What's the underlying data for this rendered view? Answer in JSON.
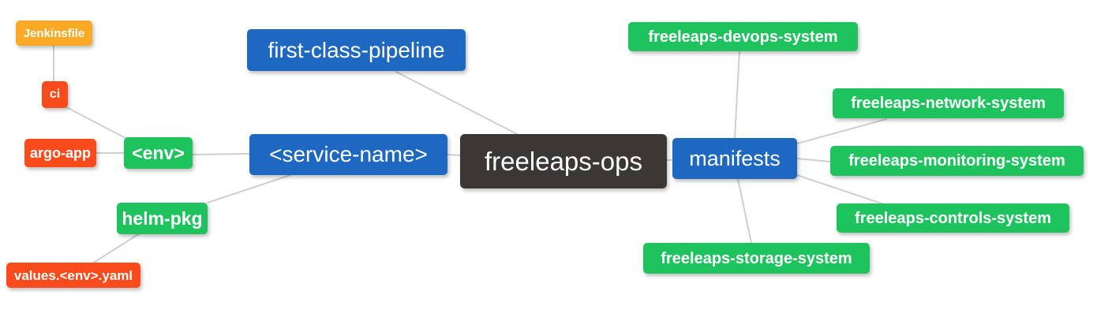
{
  "colors": {
    "orange": "#fbaa28",
    "red_orange": "#fa4b1c",
    "green": "#1fc35e",
    "blue": "#1f68c1",
    "dark": "#3b3735",
    "edge_line": "#cfcfcf",
    "background": "#ffffff",
    "node_text": "#ffffff"
  },
  "nodes": [
    {
      "id": "jenkinsfile",
      "label": "Jenkinsfile",
      "color": "orange"
    },
    {
      "id": "ci",
      "label": "ci",
      "color": "red_orange"
    },
    {
      "id": "argo-app",
      "label": "argo-app",
      "color": "red_orange"
    },
    {
      "id": "env",
      "label": "<env>",
      "color": "green"
    },
    {
      "id": "helm-pkg",
      "label": "helm-pkg",
      "color": "green"
    },
    {
      "id": "values-env-yaml",
      "label": "values.<env>.yaml",
      "color": "red_orange"
    },
    {
      "id": "first-class-pipeline",
      "label": "first-class-pipeline",
      "color": "blue"
    },
    {
      "id": "service-name",
      "label": "<service-name>",
      "color": "blue"
    },
    {
      "id": "freeleaps-ops",
      "label": "freeleaps-ops",
      "color": "dark"
    },
    {
      "id": "manifests",
      "label": "manifests",
      "color": "blue"
    },
    {
      "id": "freeleaps-devops-system",
      "label": "freeleaps-devops-system",
      "color": "green"
    },
    {
      "id": "freeleaps-network-system",
      "label": "freeleaps-network-system",
      "color": "green"
    },
    {
      "id": "freeleaps-monitoring-system",
      "label": "freeleaps-monitoring-system",
      "color": "green"
    },
    {
      "id": "freeleaps-controls-system",
      "label": "freeleaps-controls-system",
      "color": "green"
    },
    {
      "id": "freeleaps-storage-system",
      "label": "freeleaps-storage-system",
      "color": "green"
    }
  ],
  "edges": [
    {
      "from": "jenkinsfile",
      "to": "ci"
    },
    {
      "from": "ci",
      "to": "env"
    },
    {
      "from": "argo-app",
      "to": "env"
    },
    {
      "from": "env",
      "to": "service-name"
    },
    {
      "from": "helm-pkg",
      "to": "service-name"
    },
    {
      "from": "values-env-yaml",
      "to": "helm-pkg"
    },
    {
      "from": "service-name",
      "to": "freeleaps-ops"
    },
    {
      "from": "first-class-pipeline",
      "to": "freeleaps-ops"
    },
    {
      "from": "freeleaps-ops",
      "to": "manifests"
    },
    {
      "from": "manifests",
      "to": "freeleaps-devops-system"
    },
    {
      "from": "manifests",
      "to": "freeleaps-network-system"
    },
    {
      "from": "manifests",
      "to": "freeleaps-monitoring-system"
    },
    {
      "from": "manifests",
      "to": "freeleaps-controls-system"
    },
    {
      "from": "manifests",
      "to": "freeleaps-storage-system"
    }
  ]
}
